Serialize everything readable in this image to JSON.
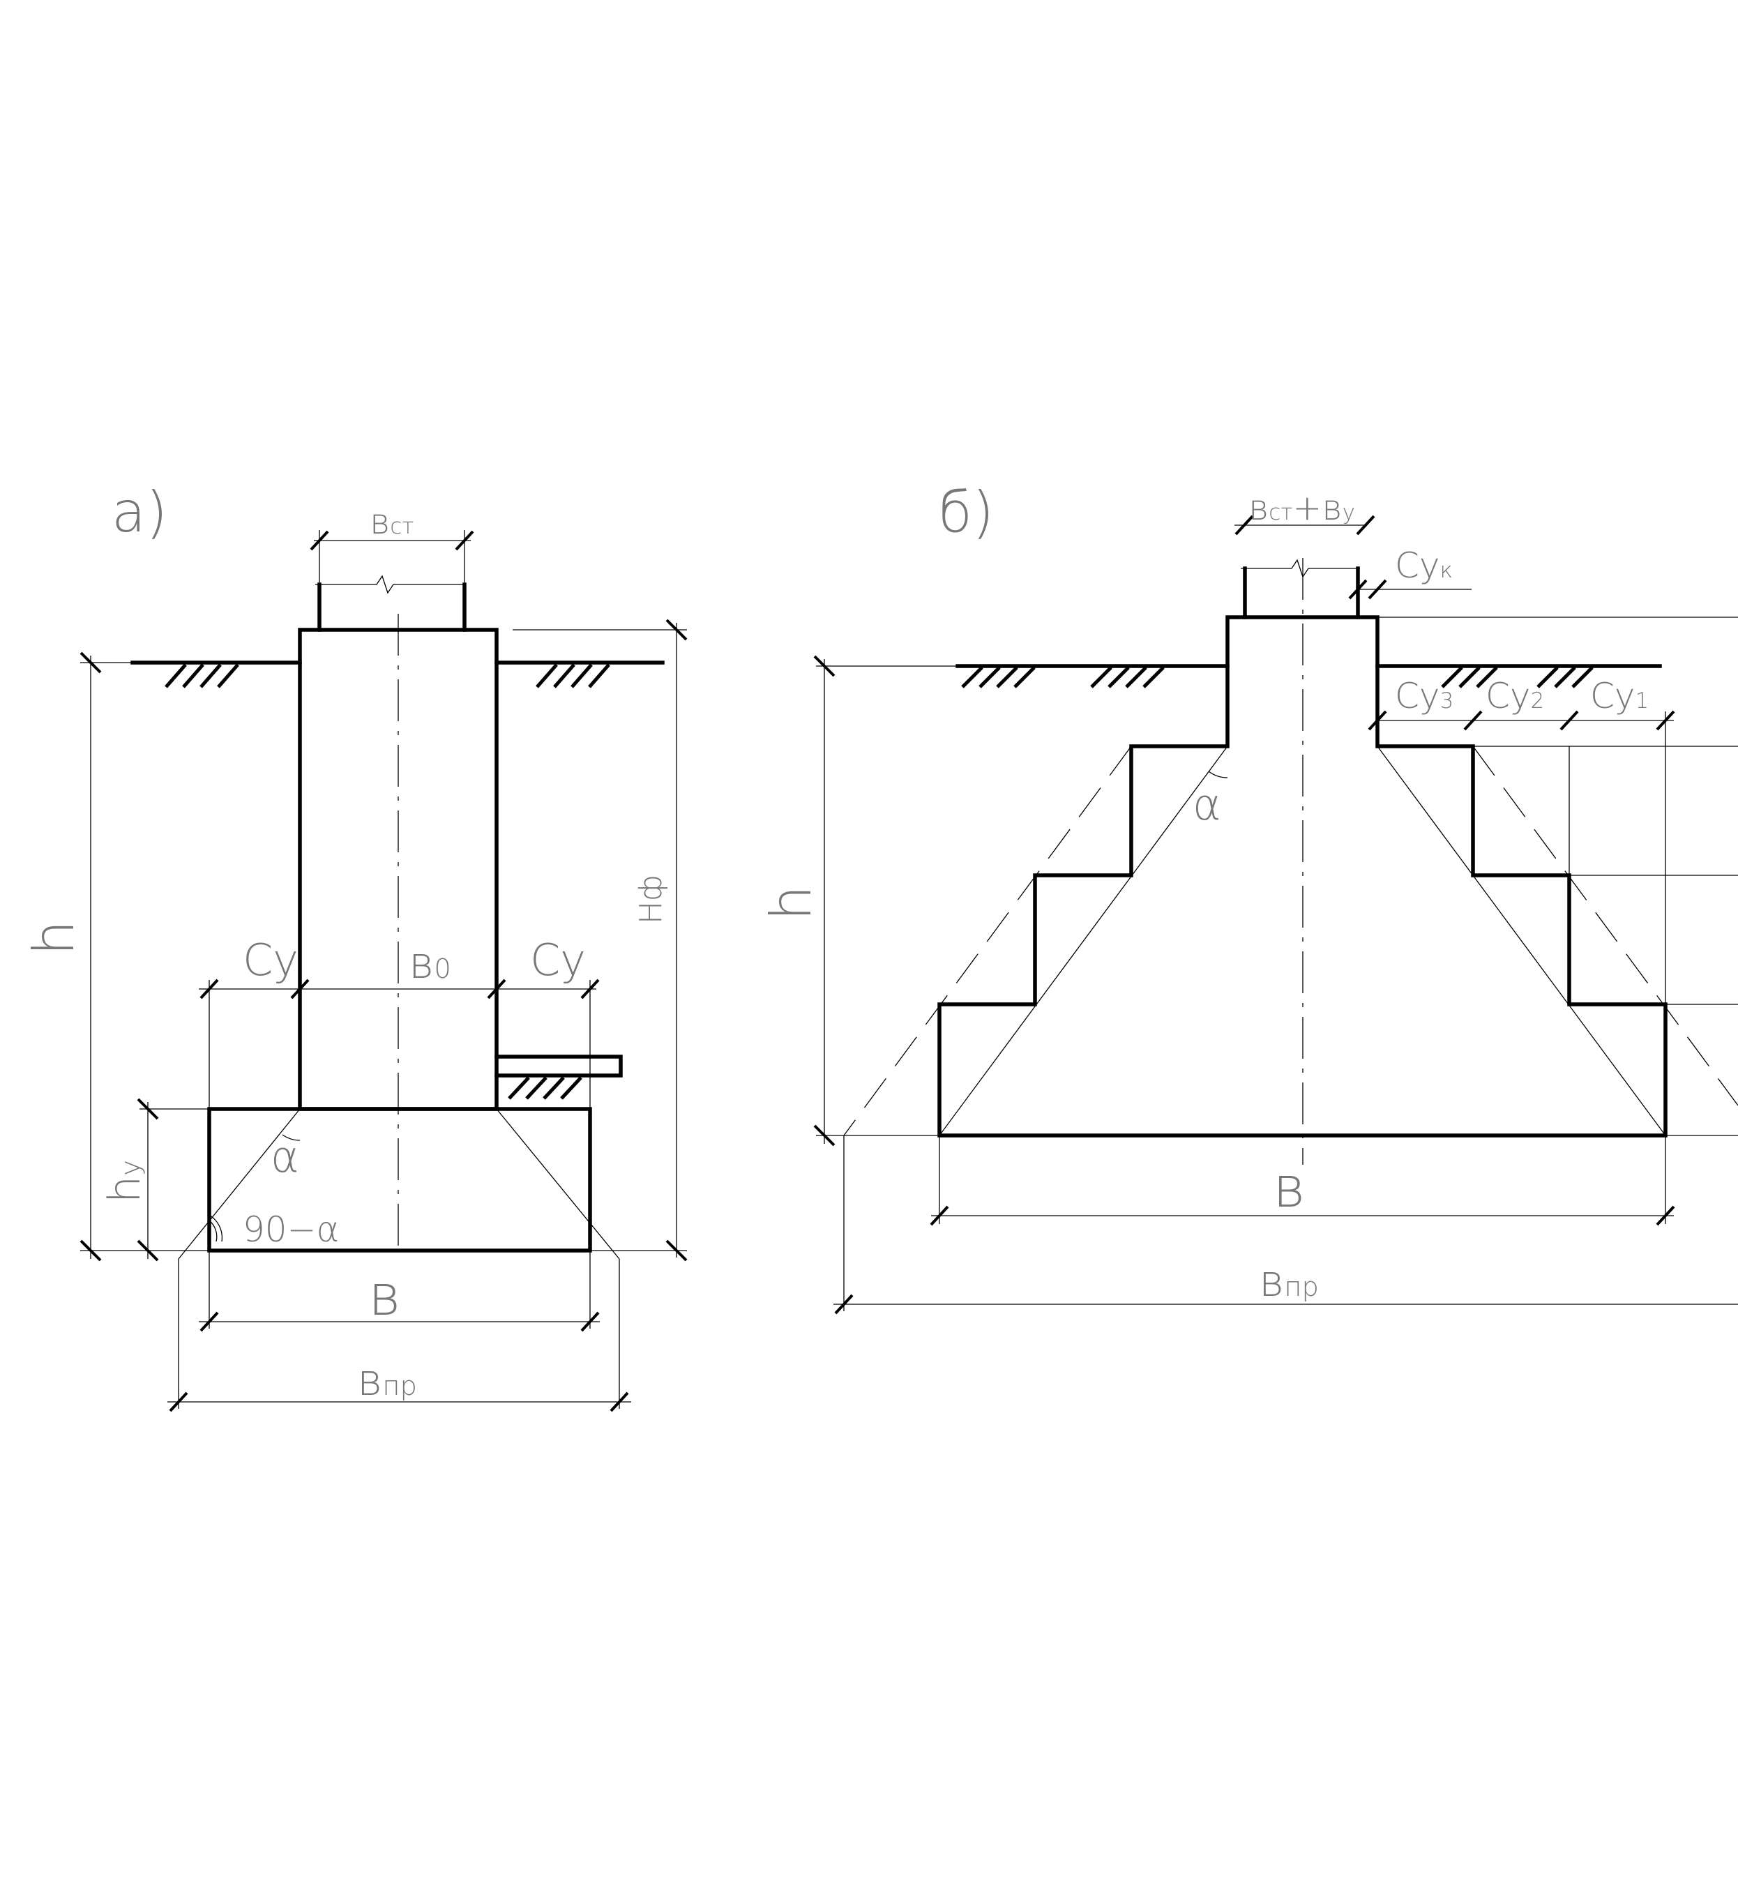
{
  "panel_a": {
    "tag": "а)",
    "labels": {
      "b_st": {
        "main": "в",
        "sub": "ст"
      },
      "c_y_left": {
        "main": "Су",
        "sub": ""
      },
      "b_0": {
        "main": "в",
        "sub": "0"
      },
      "c_y_right": {
        "main": "Су",
        "sub": ""
      },
      "h": "h",
      "h_y": {
        "main": "h",
        "sub": "у"
      },
      "alpha": "α",
      "ninety_minus_alpha": "90−α",
      "H_f": "Нф",
      "b": "в",
      "b_pr": {
        "main": "в",
        "sub": "пр"
      }
    }
  },
  "panel_b": {
    "tag": "б)",
    "labels": {
      "b_st_plus_b_y": {
        "main": "в",
        "sub": "ст",
        "plus": "+",
        "main2": "в",
        "sub2": "у"
      },
      "c_yk": {
        "main": "Су",
        "sub": "к"
      },
      "c_y3": {
        "main": "Су",
        "sub": "3"
      },
      "c_y2": {
        "main": "Су",
        "sub": "2"
      },
      "c_y1": {
        "main": "Су",
        "sub": "1"
      },
      "h": "h",
      "alpha": "α",
      "b": "в",
      "b_pr": {
        "main": "в",
        "sub": "пр"
      }
    }
  }
}
